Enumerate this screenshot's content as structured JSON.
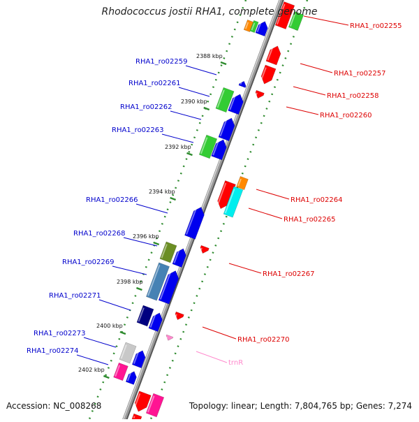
{
  "title": "Rhodococcus jostii RHA1, complete genome",
  "accession_text": "Accession: NC_008268",
  "stats_text": "Topology: linear; Length: 7,804,765 bp; Genes: 7,274",
  "colors": {
    "backbone": "#8c8c8c",
    "tick_track": "#2e8b2e",
    "label_left": "#0000cc",
    "label_right": "#dd0000",
    "label_rna": "#ff88cc"
  },
  "ticks": [
    {
      "label": "2388 kbp"
    },
    {
      "label": "2390 kbp"
    },
    {
      "label": "2392 kbp"
    },
    {
      "label": "2394 kbp"
    },
    {
      "label": "2396 kbp"
    },
    {
      "label": "2398 kbp"
    },
    {
      "label": "2400 kbp"
    },
    {
      "label": "2402 kbp"
    }
  ],
  "labels_left": [
    {
      "name": "RHA1_ro02259"
    },
    {
      "name": "RHA1_ro02261"
    },
    {
      "name": "RHA1_ro02262"
    },
    {
      "name": "RHA1_ro02263"
    },
    {
      "name": "RHA1_ro02266"
    },
    {
      "name": "RHA1_ro02268"
    },
    {
      "name": "RHA1_ro02269"
    },
    {
      "name": "RHA1_ro02271"
    },
    {
      "name": "RHA1_ro02273"
    },
    {
      "name": "RHA1_ro02274"
    }
  ],
  "labels_right": [
    {
      "name": "RHA1_ro02255"
    },
    {
      "name": "RHA1_ro02257"
    },
    {
      "name": "RHA1_ro02258"
    },
    {
      "name": "RHA1_ro02260"
    },
    {
      "name": "RHA1_ro02264"
    },
    {
      "name": "RHA1_ro02265"
    },
    {
      "name": "RHA1_ro02267"
    },
    {
      "name": "RHA1_ro02270"
    }
  ],
  "labels_rna": [
    {
      "name": "trnR"
    }
  ]
}
